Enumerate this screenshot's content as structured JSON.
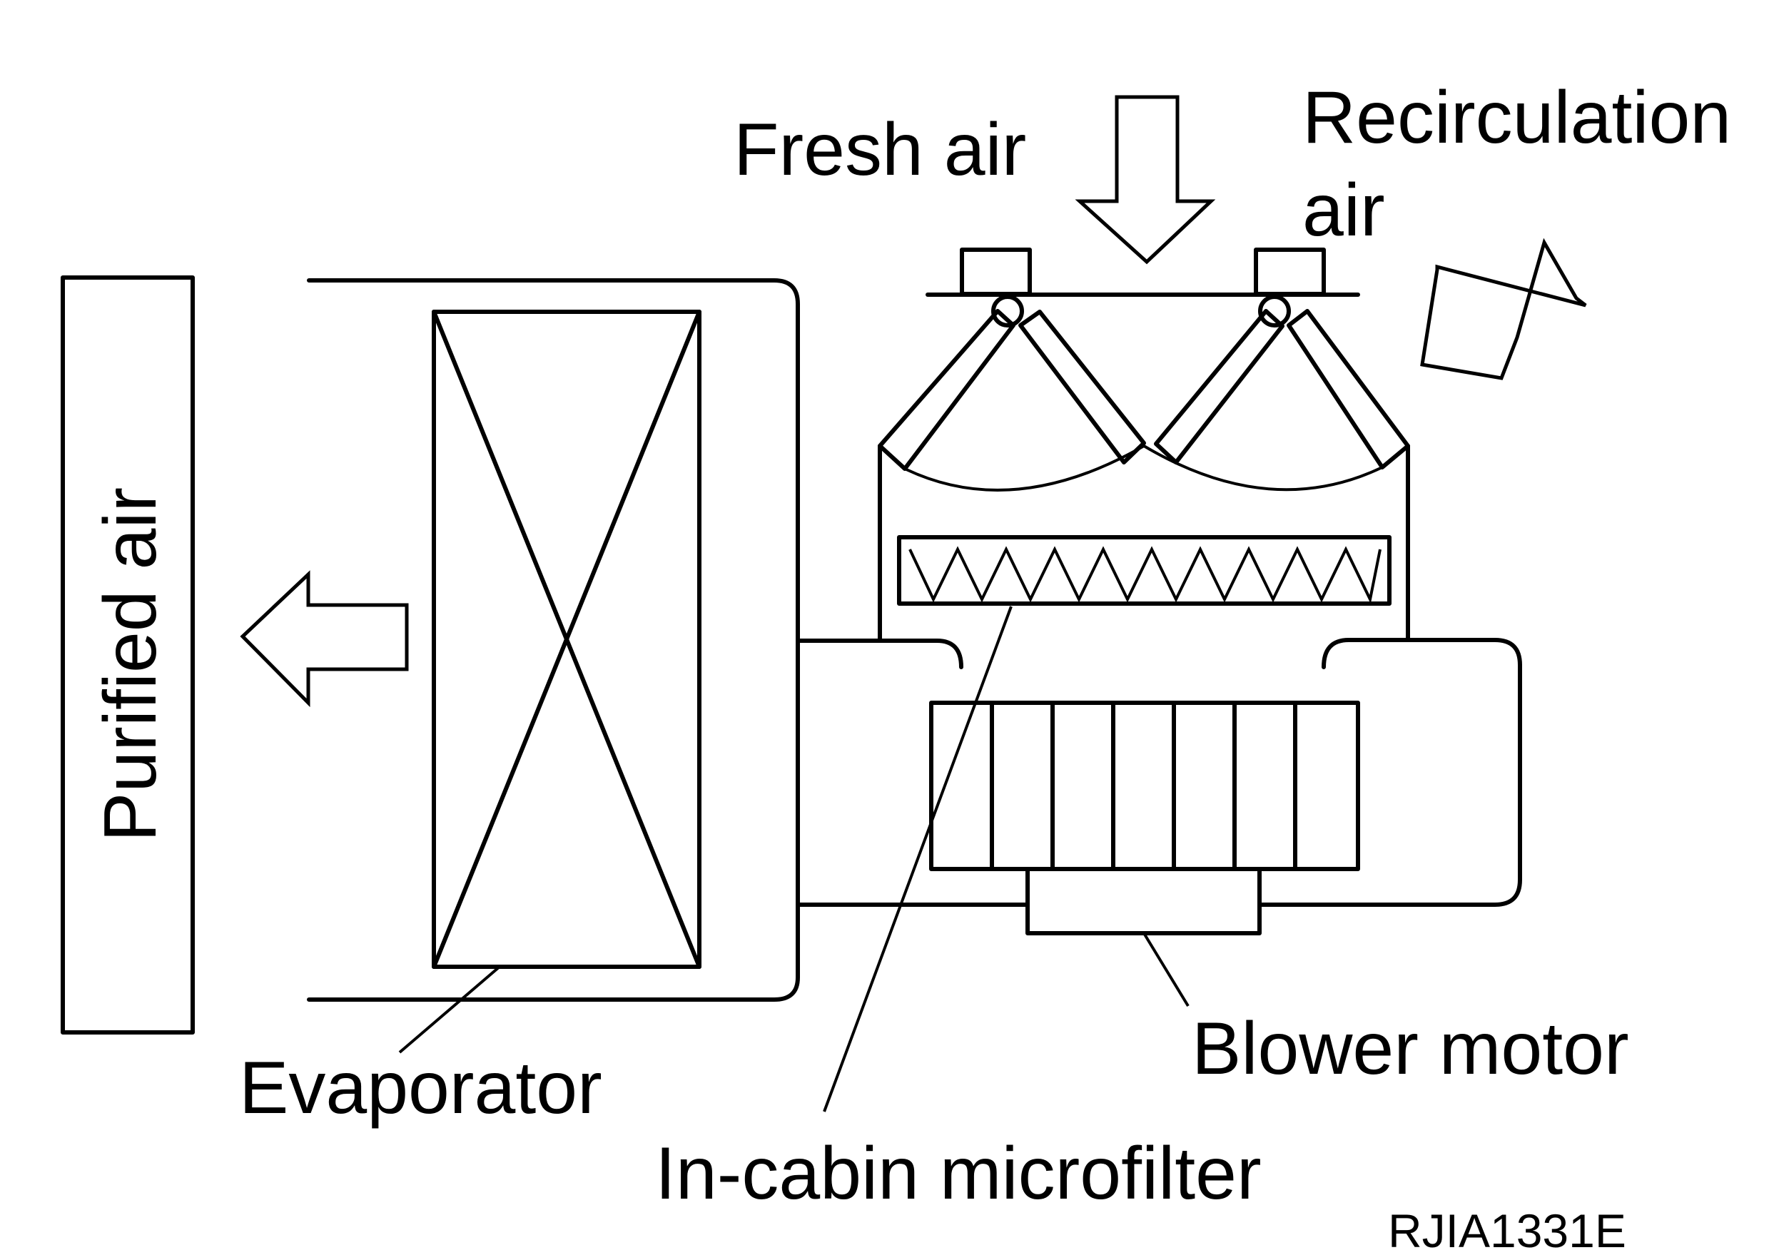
{
  "labels": {
    "fresh_air": "Fresh air",
    "recirculation_line1": "Recirculation",
    "recirculation_line2": "air",
    "purified_air": "Purified air",
    "evaporator": "Evaporator",
    "blower_motor": "Blower motor",
    "microfilter": "In-cabin microfilter",
    "figure_code": "RJIA1331E"
  },
  "colors": {
    "line": "#000000",
    "background": "#ffffff"
  }
}
